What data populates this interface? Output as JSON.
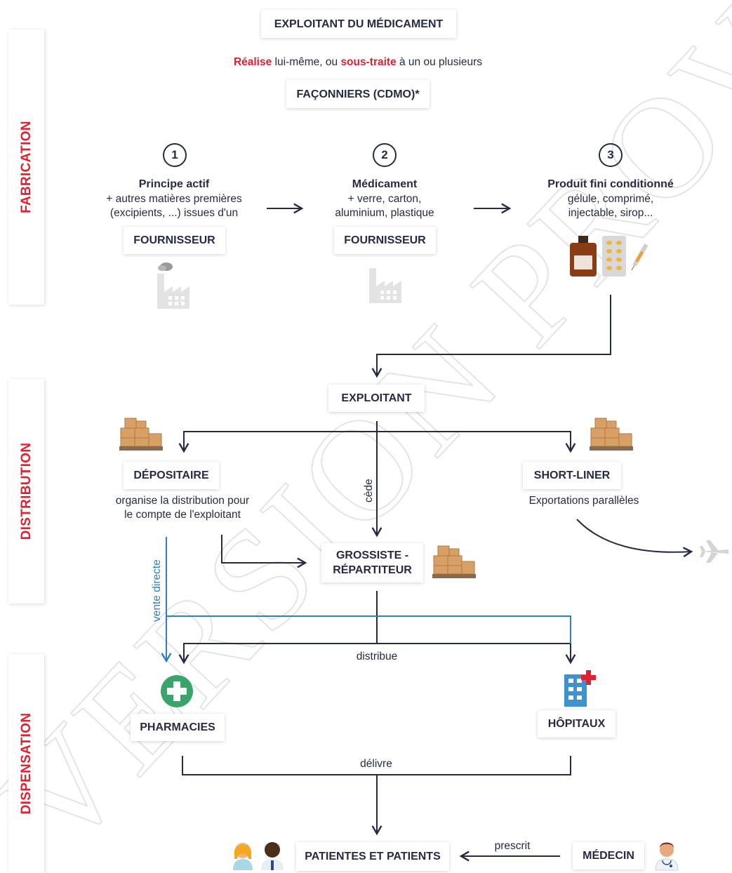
{
  "sections": {
    "fabrication": "FABRICATION",
    "distribution": "DISTRIBUTION",
    "dispensation": "DISPENSATION"
  },
  "header": {
    "exploitant_box": "EXPLOITANT DU MÉDICAMENT",
    "line_realise": "Réalise",
    "line_mid": " lui-même, ou ",
    "line_soustraite": "sous-traite",
    "line_end": " à un ou plusieurs",
    "faconniers_box": "FAÇONNIERS (CDMO)*"
  },
  "steps": [
    {
      "number": "1",
      "title": "Principe actif",
      "line1": "+ autres matières premières",
      "line2": "(excipients, ...) issues d'un",
      "box": "FOURNISSEUR"
    },
    {
      "number": "2",
      "title": "Médicament",
      "line1": "+ verre, carton,",
      "line2": "aluminium, plastique",
      "box": "FOURNISSEUR"
    },
    {
      "number": "3",
      "title": "Produit fini conditionné",
      "line1": "gélule, comprimé,",
      "line2": "injectable, sirop..."
    }
  ],
  "distribution": {
    "exploitant": "EXPLOITANT",
    "depositaire": "DÉPOSITAIRE",
    "depositaire_desc1": "organise la distribution pour",
    "depositaire_desc2": "le compte de l'exploitant",
    "short_liner": "SHORT-LINER",
    "short_liner_desc": "Exportations parallèles",
    "cede": "cède",
    "vente_directe": "vente directe",
    "grossiste_line1": "GROSSISTE -",
    "grossiste_line2": "RÉPARTITEUR",
    "distribue": "distribue"
  },
  "dispensation": {
    "pharmacies": "PHARMACIES",
    "hopitaux": "HÔPITAUX",
    "delivre": "délivre",
    "patients": "PATIENTES ET PATIENTS",
    "prescrit": "prescrit",
    "medecin": "MÉDECIN"
  },
  "watermark": "VERSION PROVISOIRE",
  "colors": {
    "accent_red": "#e3202e",
    "dark_navy": "#262b44",
    "direct_blue": "#2f7fc1",
    "pharmacy_green": "#3aa56b",
    "hospital_blue": "#3b93d1"
  },
  "icons": [
    "factory-icon",
    "medicine-products-icon",
    "pallet-boxes-icon",
    "airplane-icon",
    "pharmacy-cross-icon",
    "hospital-icon",
    "patients-icon",
    "doctor-icon"
  ]
}
